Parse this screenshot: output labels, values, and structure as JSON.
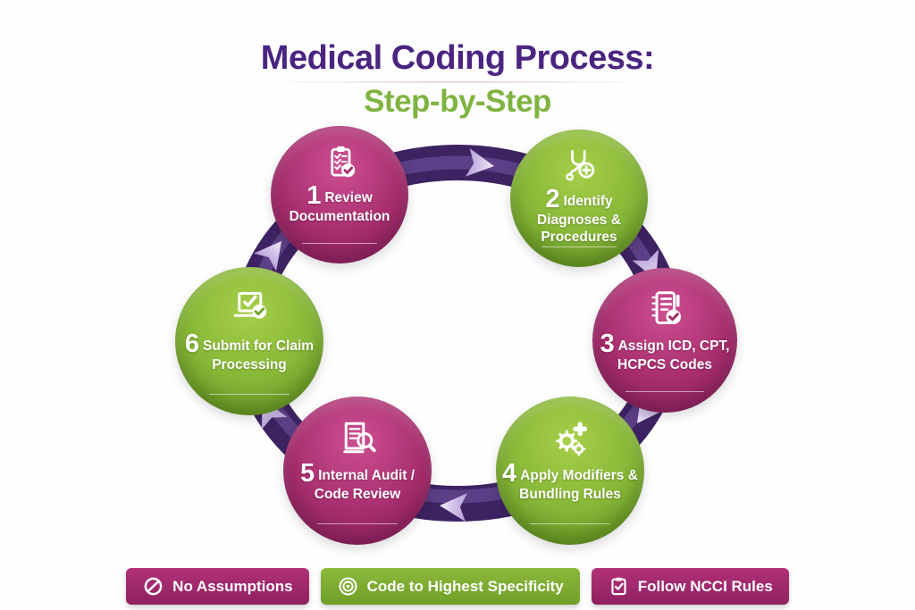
{
  "title": {
    "line1": "Medical Coding Process:",
    "line2": "Step-by-Step"
  },
  "steps": [
    {
      "number": "1",
      "label": "Review Documentation",
      "icon": "clipboard-check-icon",
      "color": "magenta"
    },
    {
      "number": "2",
      "label": "Identify Diagnoses & Procedures",
      "icon": "stethoscope-plus-icon",
      "color": "green"
    },
    {
      "number": "3",
      "label": "Assign ICD, CPT, HCPCS Codes",
      "icon": "notebook-check-icon",
      "color": "magenta"
    },
    {
      "number": "4",
      "label": "Apply Modifiers & Bundling Rules",
      "icon": "gears-plus-icon",
      "color": "green"
    },
    {
      "number": "5",
      "label": "Internal Audit / Code Review",
      "icon": "document-magnifier-icon",
      "color": "magenta"
    },
    {
      "number": "6",
      "label": "Submit for Claim Processing",
      "icon": "laptop-check-icon",
      "color": "green"
    }
  ],
  "badges": [
    {
      "label": "No Assumptions",
      "icon": "no-symbol-icon",
      "color": "magenta"
    },
    {
      "label": "Code to Highest Specificity",
      "icon": "target-icon",
      "color": "green"
    },
    {
      "label": "Follow NCCI Rules",
      "icon": "clipboard-check-icon",
      "color": "magenta"
    }
  ],
  "colors": {
    "title_purple": "#4a2580",
    "title_green": "#80b441",
    "magenta": "#a82e6e",
    "green": "#85b636",
    "ring_purple": "#3e2363",
    "arrow_light": "#e2d7f3"
  },
  "flow_direction": "clockwise"
}
